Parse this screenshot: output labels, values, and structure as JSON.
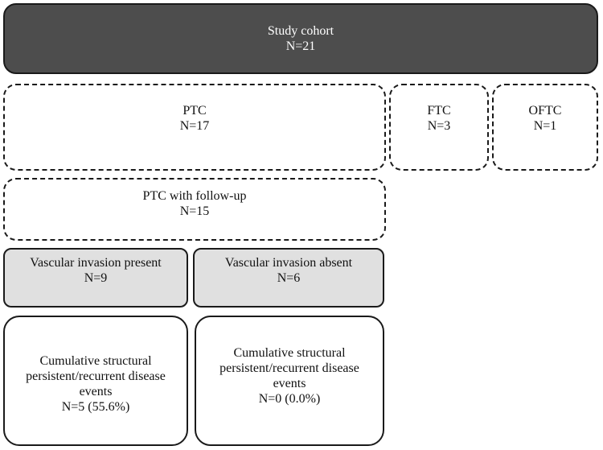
{
  "cohort": {
    "title": "Study cohort",
    "count": "N=21"
  },
  "histology": [
    {
      "title": "PTC",
      "count": "N=17"
    },
    {
      "title": "FTC",
      "count": "N=3"
    },
    {
      "title": "OFTC",
      "count": "N=1"
    }
  ],
  "followup": {
    "title": "PTC with follow-up",
    "count": "N=15"
  },
  "vascular": [
    {
      "title": "Vascular invasion present",
      "count": "N=9"
    },
    {
      "title": "Vascular invasion absent",
      "count": "N=6"
    }
  ],
  "outcomes": [
    {
      "line1": "Cumulative structural",
      "line2": "persistent/recurrent disease",
      "line3": "events",
      "count": "N=5 (55.6%)"
    },
    {
      "line1": "Cumulative structural",
      "line2": "persistent/recurrent disease",
      "line3": "events",
      "count": "N=0 (0.0%)"
    }
  ],
  "colors": {
    "cohort_fill": "#4d4d4d",
    "vascular_fill": "#e0e0e0",
    "border": "#1a1a1a"
  }
}
